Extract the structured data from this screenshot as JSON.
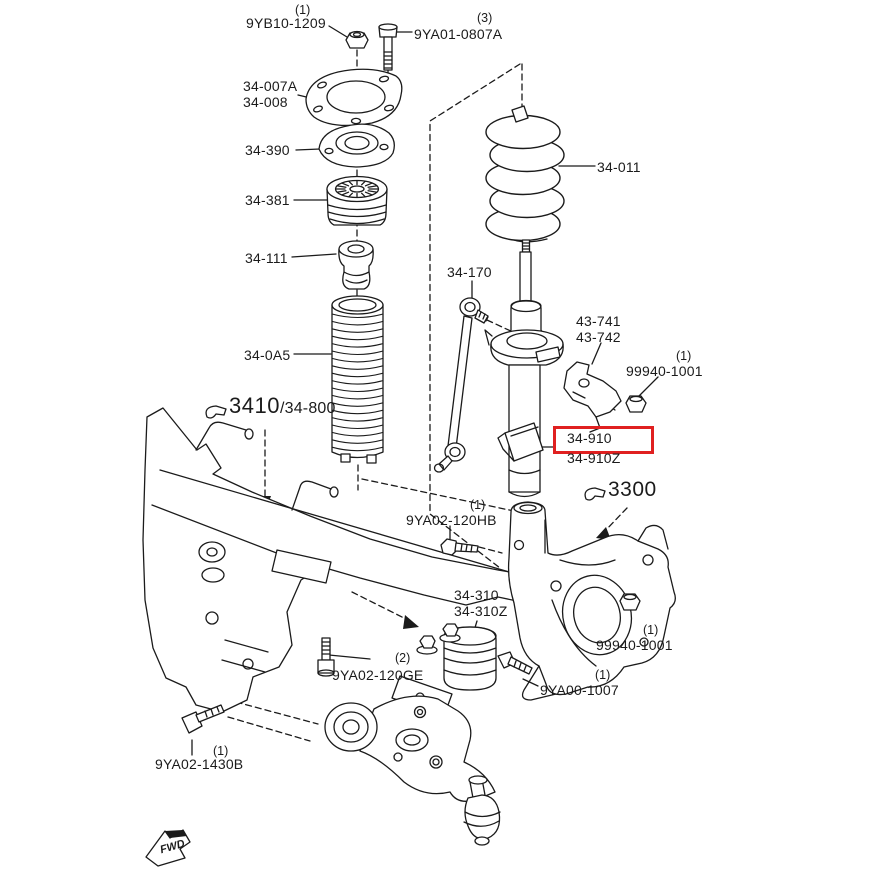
{
  "title": "Front suspension exploded parts diagram",
  "colors": {
    "ink": "#1b1b1b",
    "background": "#ffffff",
    "highlight": "#e02020"
  },
  "highlight": {
    "part": "34-910",
    "color": "#e02020"
  },
  "labels": {
    "nut_top": {
      "qty": "(1)",
      "code": "9YB10-1209"
    },
    "bolt_top": {
      "qty": "(3)",
      "code": "9YA01-0807A"
    },
    "mount_plate": {
      "code": "34-007A",
      "alt": "34-008"
    },
    "strut_mount": {
      "code": "34-390"
    },
    "bearing": {
      "code": "34-381"
    },
    "bump_stopper": {
      "code": "34-111"
    },
    "dust_boot": {
      "code": "34-0A5"
    },
    "coil_spring": {
      "code": "34-011"
    },
    "stabilizer_link": {
      "code": "34-170"
    },
    "strut_bracket": {
      "code": "43-741",
      "alt": "43-742"
    },
    "nut_bracket": {
      "qty": "(1)",
      "code": "99940-1001"
    },
    "shock_absorber": {
      "code": "34-910",
      "alt": "34-910Z"
    },
    "crossmember": {
      "icon": "clip-icon",
      "code": "3410",
      "ref": "/34-800"
    },
    "knuckle": {
      "icon": "clip-icon",
      "code": "3300"
    },
    "bolt_120hb": {
      "qty": "(1)",
      "code": "9YA02-120HB"
    },
    "lower_arm": {
      "code": "34-310",
      "alt": "34-310Z"
    },
    "bolt_120ge": {
      "qty": "(2)",
      "code": "9YA02-120GE"
    },
    "nut_knuckle": {
      "qty": "(1)",
      "code": "99940-1001"
    },
    "bolt_1007": {
      "qty": "(1)",
      "code": "9YA00-1007"
    },
    "bolt_1430b": {
      "qty": "(1)",
      "code": "9YA02-1430B"
    },
    "fwd": {
      "text": "FWD"
    }
  }
}
